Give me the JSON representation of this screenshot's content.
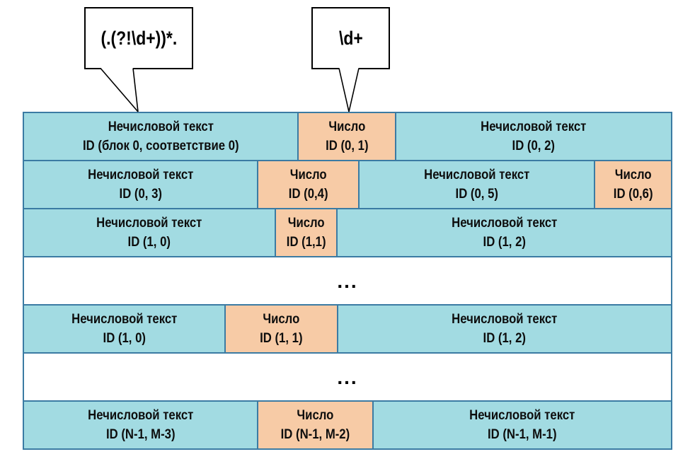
{
  "colors": {
    "nonnumeric_fill": "#a2dbe2",
    "number_fill": "#f7cba6",
    "border": "#3b7ba3",
    "bubble_border": "#000000"
  },
  "bubbles": [
    {
      "label": "(.(?!\\d+))*."
    },
    {
      "label": "\\d+"
    }
  ],
  "table": {
    "rows": [
      {
        "type": "cells",
        "cells": [
          {
            "kind": "nontext",
            "title": "Нечисловой текст",
            "id": "ID (блок 0, соответствие 0)",
            "width": "42.5%"
          },
          {
            "kind": "number",
            "title": "Число",
            "id": "ID (0, 1)",
            "width": "15.0%"
          },
          {
            "kind": "nontext",
            "title": "Нечисловой текст",
            "id": "ID (0, 2)",
            "width": "42.5%"
          }
        ]
      },
      {
        "type": "cells",
        "cells": [
          {
            "kind": "nontext",
            "title": "Нечисловой текст",
            "id": "ID (0, 3)",
            "width": "36.2%"
          },
          {
            "kind": "number",
            "title": "Число",
            "id": "ID (0,4)",
            "width": "15.7%"
          },
          {
            "kind": "nontext",
            "title": "Нечисловой текст",
            "id": "ID (0, 5)",
            "width": "36.4%"
          },
          {
            "kind": "number",
            "title": "Число",
            "id": "ID (0,6)",
            "width": "11.7%"
          }
        ]
      },
      {
        "type": "cells",
        "cells": [
          {
            "kind": "nontext",
            "title": "Нечисловой текст",
            "id": "ID (1, 0)",
            "width": "39.0%"
          },
          {
            "kind": "number",
            "title": "Число",
            "id": "ID (1,1)",
            "width": "9.5%"
          },
          {
            "kind": "nontext",
            "title": "Нечисловой текст",
            "id": "ID (1, 2)",
            "width": "51.5%"
          }
        ]
      },
      {
        "type": "ellipsis",
        "label": "..."
      },
      {
        "type": "cells",
        "cells": [
          {
            "kind": "nontext",
            "title": "Нечисловой текст",
            "id": "ID (1, 0)",
            "width": "31.2%"
          },
          {
            "kind": "number",
            "title": "Число",
            "id": "ID (1, 1)",
            "width": "17.4%"
          },
          {
            "kind": "nontext",
            "title": "Нечисловой текст",
            "id": "ID (1, 2)",
            "width": "51.4%"
          }
        ]
      },
      {
        "type": "ellipsis",
        "label": "..."
      },
      {
        "type": "cells",
        "cells": [
          {
            "kind": "nontext",
            "title": "Нечисловой текст",
            "id": "ID (N-1, M-3)",
            "width": "36.2%"
          },
          {
            "kind": "number",
            "title": "Число",
            "id": "ID (N-1, M-2)",
            "width": "17.8%"
          },
          {
            "kind": "nontext",
            "title": "Нечисловой текст",
            "id": "ID (N-1, M-1)",
            "width": "46.0%"
          }
        ]
      }
    ]
  }
}
